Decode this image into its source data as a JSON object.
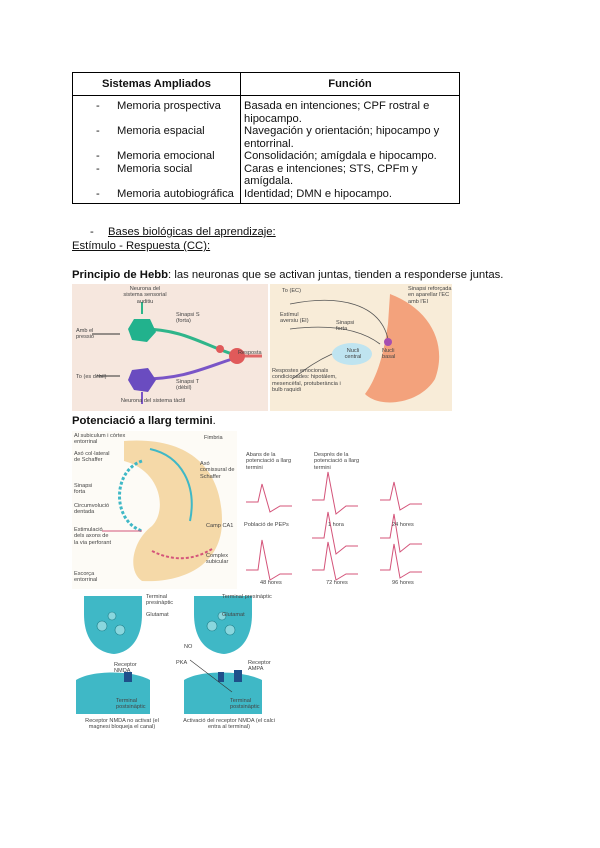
{
  "table": {
    "headers": [
      "Sistemas Ampliados",
      "Función"
    ],
    "rows": [
      {
        "dash": "-",
        "system": "Memoria prospectiva",
        "function": "Basada en intenciones; CPF rostral e hipocampo."
      },
      {
        "dash": "-",
        "system": "Memoria espacial",
        "function": "Navegación y orientación; hipocampo y entorrinal."
      },
      {
        "dash": "-",
        "system": "Memoria emocional",
        "function": "Consolidación; amígdala e hipocampo."
      },
      {
        "dash": "-",
        "system": "Memoria social",
        "function": "Caras e intenciones; STS, CPFm y amígdala."
      },
      {
        "dash": "-",
        "system": "Memoria autobiográfica",
        "function": "Identidad; DMN e hipocampo."
      }
    ]
  },
  "bullet": {
    "dash": "-",
    "text": "Bases biológicas del aprendizaje:"
  },
  "subheading": "Estímulo - Respuesta (CC):",
  "hebb": {
    "label": "Principio de Hebb",
    "text": ": las neuronas que se activan juntas, tienden a responderse juntas."
  },
  "figure1": {
    "labels": {
      "neuron_top": "Neurona del sistema sensorial auditiu",
      "sound": "Amb el pressió",
      "synapse_s": "Sinapsi S (forta)",
      "synapse_t": "Sinapsi T (dèbil)",
      "tone": "To (es dèbil)",
      "response": "Resposta",
      "bottom": "Neurona del sistema tàctil"
    }
  },
  "figure2": {
    "labels": {
      "tone": "To (EC)",
      "weak_stimulus": "Estímul aversiu (EI)",
      "strong_synapse": "Sinapsi forta",
      "reinforced": "Sinapsi reforçada en aparellar l'EC amb l'EI",
      "central_nucleus": "Nucli central",
      "basal_nucleus": "Nucli basal",
      "responses": "Respostes emocionals condicionades: hipotàlem, mesencèfal, protuberància i bulb raquidi"
    }
  },
  "ltp_heading": "Potenciació a llarg termini",
  "ltp_period": ".",
  "figure3": {
    "labels": {
      "perforant": "Al subiculum i còrtex entorrinal",
      "fimbria": "Fimbria",
      "schaffer": "Axó col·lateral de Schaffer",
      "commissural": "Axó comissural de Schaffer",
      "synapse": "Sinapsi forta",
      "dentate": "Circumvolució dentada",
      "stimulation": "Estimulació dels axons de la via perforant",
      "ca1": "Camp CA1",
      "subicular": "Complex subicular",
      "entorhinal": "Escorça entorrinal"
    }
  },
  "figure4": {
    "before": "Abans de la potenciació a llarg termini",
    "after": "Després de la potenciació a llarg termini",
    "row_label": "Població de PEPs",
    "times": [
      "1 hora",
      "24 hores",
      "48 hores",
      "72 hores",
      "96 hores"
    ]
  },
  "figure5": {
    "labels": {
      "terminal_pre": "Terminal presinàptic",
      "glutamate": "Glutamat",
      "receptor": "Receptor NMDA",
      "terminal_post": "Terminal postsinàptic",
      "caption_left": "Receptor NMDA no activat (el magnesi bloqueja el canal)",
      "caption_right": "Activació del receptor NMDA (el calci entra al terminal)",
      "no": "NO",
      "pka": "PKA",
      "receptor_ampa": "Receptor AMPA"
    }
  },
  "colors": {
    "rule": "#000000",
    "teal": "#3fb8c6",
    "pink_wave": "#d4547a",
    "amygdala": "#f29a73"
  }
}
